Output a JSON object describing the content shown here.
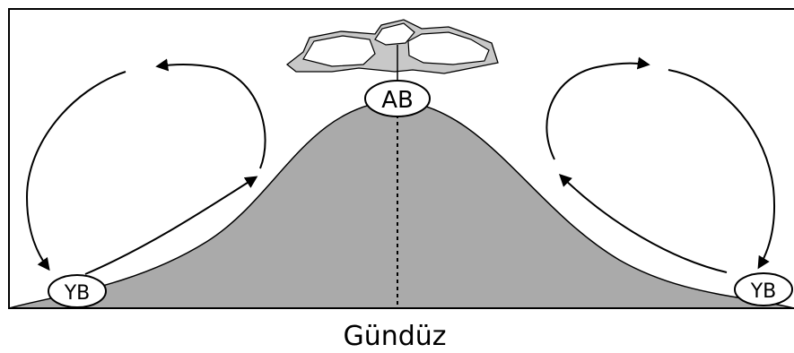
{
  "diagram": {
    "caption": "Gündüz",
    "labels": {
      "high_pressure": "AB",
      "low_pressure_left": "YB",
      "low_pressure_right": "YB"
    },
    "colors": {
      "mountain_fill": "#aaaaaa",
      "frame": "#000000",
      "background": "#ffffff"
    }
  }
}
